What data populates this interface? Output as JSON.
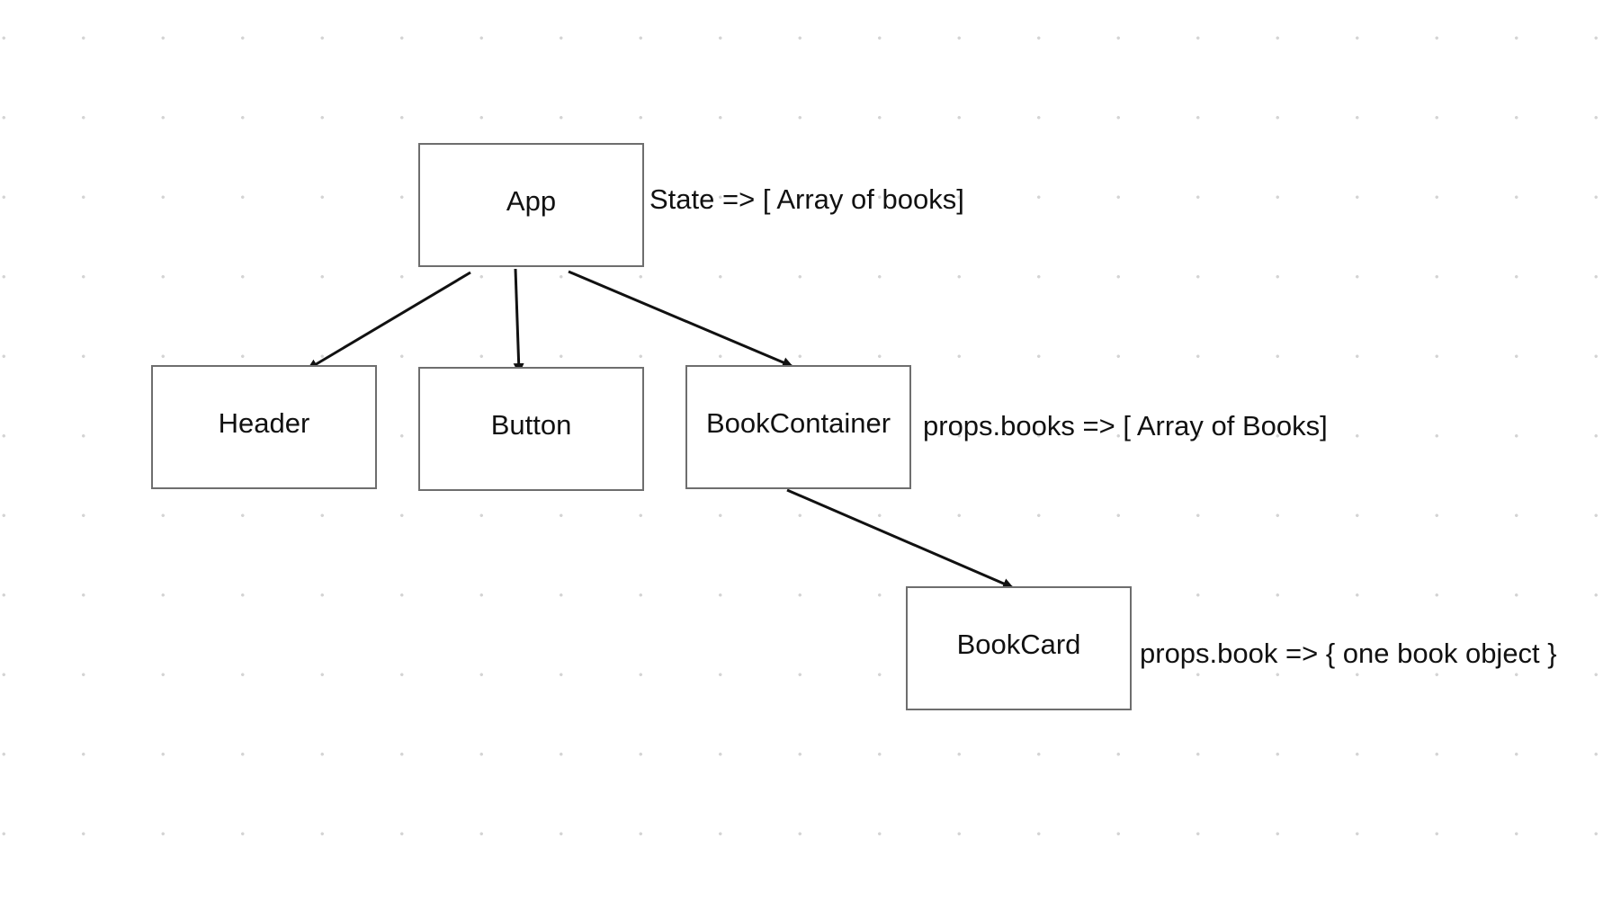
{
  "diagram": {
    "nodes": {
      "app": "App",
      "header": "Header",
      "button": "Button",
      "book_container": "BookContainer",
      "book_card": "BookCard"
    },
    "annotations": {
      "app": "State => [ Array of books]",
      "book_container": "props.books => [ Array of Books]",
      "book_card": "props.book => { one book object }"
    },
    "edges": [
      {
        "from": "App",
        "to": "Header"
      },
      {
        "from": "App",
        "to": "Button"
      },
      {
        "from": "App",
        "to": "BookContainer"
      },
      {
        "from": "BookContainer",
        "to": "BookCard"
      }
    ]
  },
  "colors": {
    "background": "#ffffff",
    "grid_dot": "#d4d4d4",
    "node_border": "#6e6e6e",
    "edge": "#111111",
    "text": "#111111"
  }
}
